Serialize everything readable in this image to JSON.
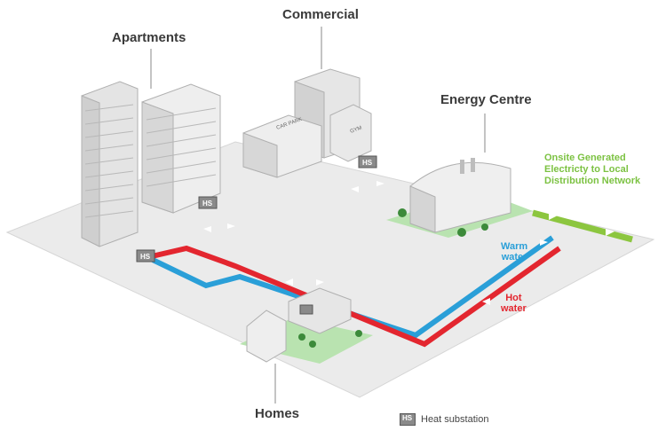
{
  "labels": {
    "apartments": "Apartments",
    "commercial": "Commercial",
    "energy_centre": "Energy Centre",
    "homes": "Homes",
    "onsite_line1": "Onsite Generated",
    "onsite_line2": "Electricty to Local",
    "onsite_line3": "Distribution Network",
    "warm_line1": "Warm",
    "warm_line2": "water",
    "hot_line1": "Hot",
    "hot_line2": "water"
  },
  "legend": {
    "heat_substation": "Heat substation",
    "hs_abbrev": "HS"
  },
  "building_signs": {
    "car_park": "CAR PARK",
    "gym": "GYM"
  },
  "colors": {
    "hot": "#e3262f",
    "warm": "#2a9fd8",
    "electric": "#8cc63f",
    "ground": "#ebebeb",
    "green_area": "#b9e3b0"
  }
}
